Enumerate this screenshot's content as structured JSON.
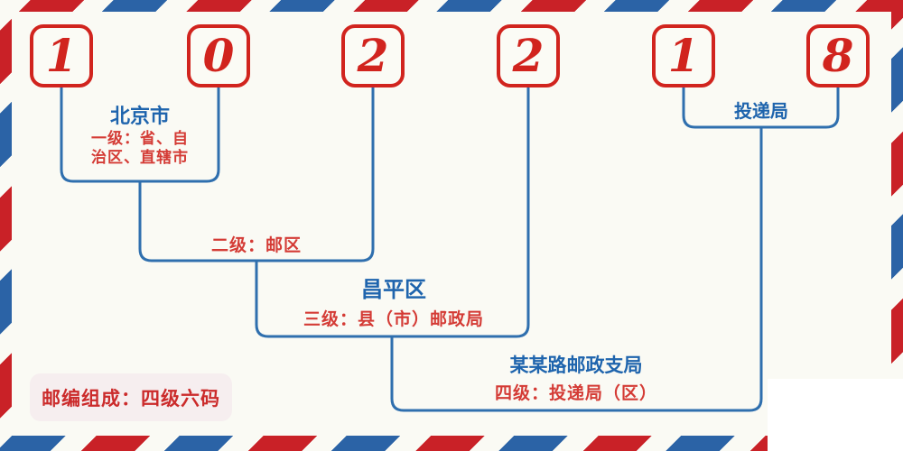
{
  "postal_code": {
    "digits": [
      "1",
      "0",
      "2",
      "2",
      "1",
      "8"
    ]
  },
  "levels": {
    "level1": {
      "region_name": "北京市",
      "desc_line1": "一级：省、自",
      "desc_line2": "治区、直辖市"
    },
    "level2": {
      "desc": "二级：邮区"
    },
    "level3": {
      "region_name": "昌平区",
      "desc": "三级：县（市）邮政局"
    },
    "level4": {
      "region_name": "某某路邮政支局",
      "desc": "四级：投递局（区）"
    },
    "level5": {
      "region_name": "投递局"
    }
  },
  "footer": {
    "badge_label": "邮编组成：四级六码"
  },
  "colors": {
    "stripe_red": "#C92127",
    "stripe_blue": "#2B63A6",
    "box_red": "#D1241E",
    "text_red": "#D43B35",
    "text_blue": "#1E64AD",
    "line_blue": "#2F6FAE",
    "badge_bg": "#F6EEEF",
    "interior_bg": "#FAFAF4",
    "cover_white": "#FFFFFF"
  }
}
